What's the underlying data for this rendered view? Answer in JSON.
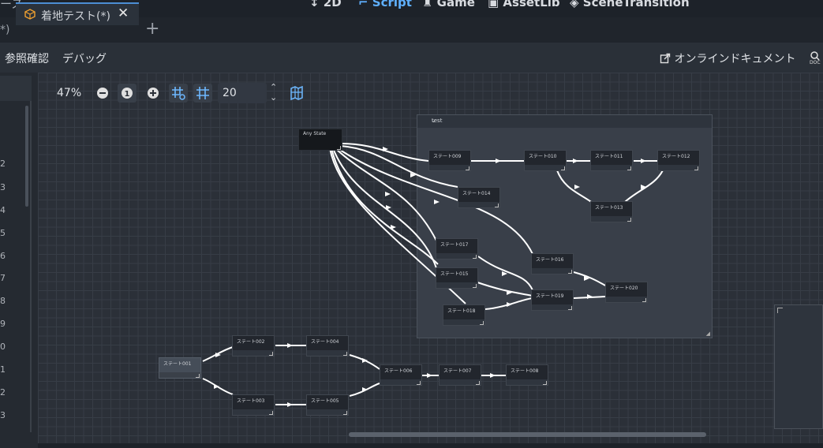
{
  "topbar": {
    "prefix": "ース",
    "items": [
      "2D",
      "Script",
      "Game",
      "AssetLib",
      "SceneTransition"
    ],
    "active": "Script"
  },
  "tabs": {
    "previous": "*)",
    "active": {
      "label": "着地テスト(*)",
      "close": "✕"
    },
    "add": "+"
  },
  "menu": {
    "items": [
      "参照確認",
      "デバッグ"
    ],
    "online_docs": "オンラインドキュメント"
  },
  "toolbar": {
    "zoom": "47%",
    "snap_value": "20"
  },
  "sidebar": {
    "numbers": [
      "2",
      "3",
      "4",
      "5",
      "6",
      "7",
      "8",
      "9",
      "0",
      "1",
      "2",
      "3"
    ]
  },
  "frame": {
    "title": "test"
  },
  "nodes": {
    "any_state": "Any State",
    "s001": "ステート001",
    "s002": "ステート002",
    "s003": "ステート003",
    "s004": "ステート004",
    "s005": "ステート005",
    "s006": "ステート006",
    "s007": "ステート007",
    "s008": "ステート008",
    "s009": "ステート009",
    "s010": "ステート010",
    "s011": "ステート011",
    "s012": "ステート012",
    "s013": "ステート013",
    "s014": "ステート014",
    "s015": "ステート015",
    "s016": "ステート016",
    "s017": "ステート017",
    "s018": "ステート018",
    "s019": "ステート019",
    "s020": "ステート020"
  },
  "colors": {
    "accent": "#5fb0ff",
    "tab_border": "#4c8ed4",
    "frame_bg": "#393f49",
    "node_bg": "#22262d",
    "connection": "#ffffff"
  }
}
